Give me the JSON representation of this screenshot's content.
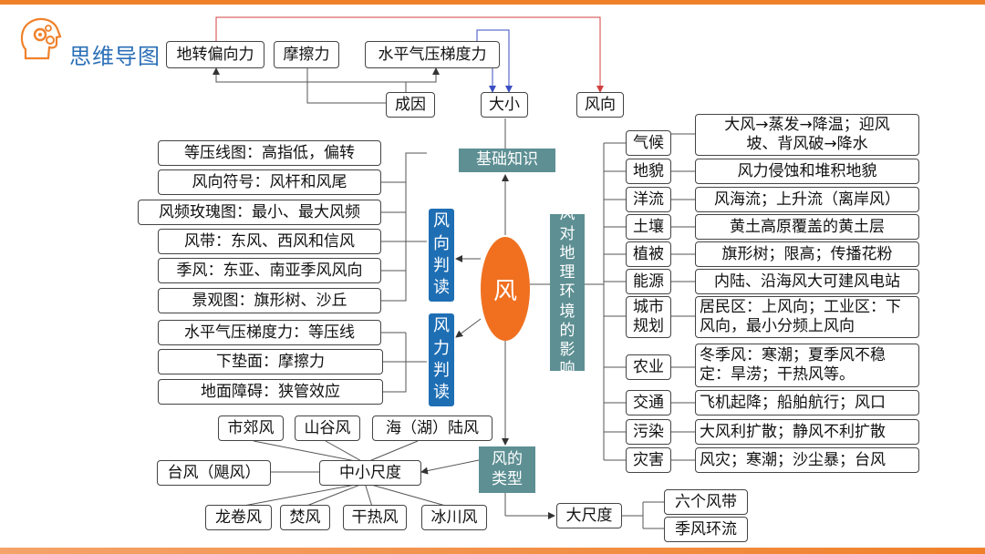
{
  "page_title": "思维导图",
  "colors": {
    "accent": "#f0812b",
    "teal": "#5d8f93",
    "blue": "#1e6eb4",
    "oval": "#f07020",
    "arrow_blue": "#3a4fc0",
    "arrow_red": "#d04040"
  },
  "center": "风",
  "top": {
    "forces": [
      "地转偏向力",
      "摩擦力",
      "水平气压梯度力"
    ],
    "aspects": [
      "成因",
      "大小",
      "风向"
    ]
  },
  "basic_knowledge": "基础知识",
  "wind_direction": {
    "title": "风向判读",
    "items": [
      "等压线图：高指低，偏转",
      "风向符号：风杆和风尾",
      "风频玫瑰图：最小、最大风频",
      "风带：东风、西风和信风",
      "季风：东亚、南亚季风风向",
      "景观图：旗形树、沙丘"
    ]
  },
  "wind_force": {
    "title": "风力判读",
    "items": [
      "水平气压梯度力：等压线",
      "下垫面：摩擦力",
      "地面障碍：狭管效应"
    ]
  },
  "wind_types": {
    "title": "风的类型",
    "small_scale": "中小尺度",
    "small_items": [
      "市郊风",
      "山谷风",
      "海（湖）陆风",
      "台风（飓风）",
      "龙卷风",
      "焚风",
      "干热风",
      "冰川风"
    ],
    "large_scale": "大尺度",
    "large_items": [
      "六个风带",
      "季风环流"
    ]
  },
  "impact": {
    "title": "风对地理环境的影响",
    "rows": [
      {
        "label": "气候",
        "text": "大风→蒸发→降温；迎风坡、背风破→降水"
      },
      {
        "label": "地貌",
        "text": "风力侵蚀和堆积地貌"
      },
      {
        "label": "洋流",
        "text": "风海流；上升流（离岸风）"
      },
      {
        "label": "土壤",
        "text": "黄土高原覆盖的黄土层"
      },
      {
        "label": "植被",
        "text": "旗形树；限高；传播花粉"
      },
      {
        "label": "能源",
        "text": "内陆、沿海风大可建风电站"
      },
      {
        "label": "城市规划",
        "text": "居民区：上风向；工业区：下风向，最小分频上风向"
      },
      {
        "label": "农业",
        "text": "冬季风：寒潮；夏季风不稳定：旱涝；干热风等。"
      },
      {
        "label": "交通",
        "text": "飞机起降；船舶航行；风口"
      },
      {
        "label": "污染",
        "text": "大风利扩散；静风不利扩散"
      },
      {
        "label": "灾害",
        "text": "风灾；寒潮；沙尘暴；台风"
      }
    ]
  }
}
